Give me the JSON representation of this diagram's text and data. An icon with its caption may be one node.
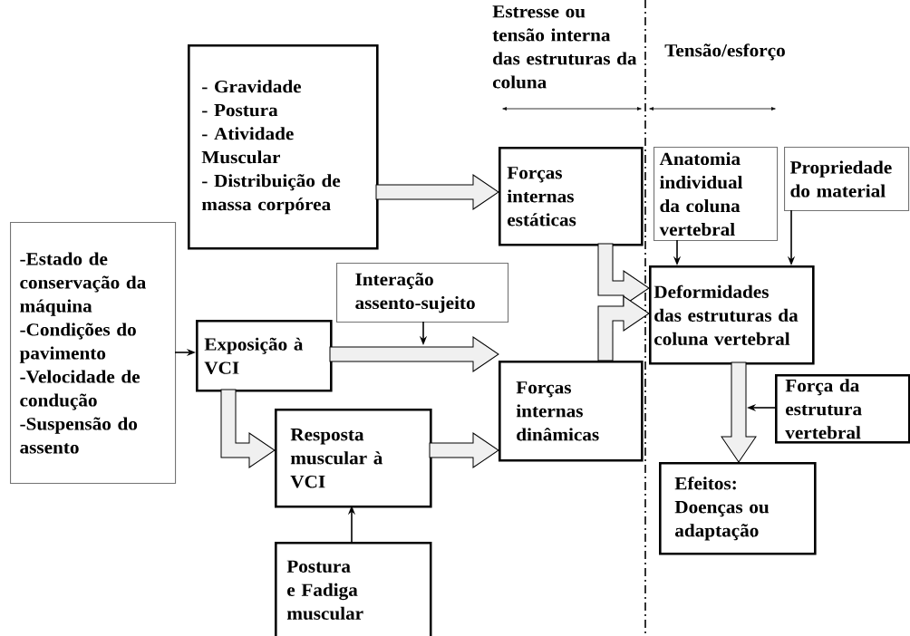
{
  "diagram": {
    "nodes": [
      {
        "text": [
          "- Gravidade",
          "- Postura",
          "- Atividade Muscular",
          "- Distribuição de massa corpórea"
        ]
      },
      {
        "text": [
          "Forças internas estáticas"
        ]
      },
      {
        "text": [
          "-Estado de conservação da máquina",
          "-Condições do pavimento",
          "-Velocidade de condução",
          "-Suspensão do assento"
        ]
      },
      {
        "text": [
          "Interação assento-sujeito"
        ]
      },
      {
        "text": [
          "Exposição à VCI"
        ]
      },
      {
        "text": [
          "Resposta muscular à VCI"
        ]
      },
      {
        "text": [
          "Forças internas dinâmicas"
        ]
      },
      {
        "text": [
          "Postura e Fadiga muscular"
        ]
      },
      {
        "text": [
          "Anatomia individual da coluna vertebral"
        ]
      },
      {
        "text": [
          "Propriedade do material"
        ]
      },
      {
        "text": [
          "Deformidades das estruturas da coluna vertebral"
        ]
      },
      {
        "text": [
          "Força da estrutura vertebral"
        ]
      },
      {
        "text": [
          "Efeitos: Doenças ou adaptação"
        ]
      }
    ],
    "edges": [
      {
        "from": 2,
        "to": 4,
        "arrow": "to"
      },
      {
        "from": 0,
        "to": 1,
        "arrow": "to",
        "style": "thick"
      },
      {
        "from": 3,
        "to": null,
        "arrow": "to"
      },
      {
        "from": 4,
        "to": 6,
        "arrow": "to",
        "style": "thick"
      },
      {
        "from": 4,
        "to": 5,
        "arrow": "to",
        "style": "thick"
      },
      {
        "from": 7,
        "to": 5,
        "arrow": "to"
      },
      {
        "from": 5,
        "to": 6,
        "arrow": "to",
        "style": "thick"
      },
      {
        "from": 1,
        "to": 10,
        "arrow": "to",
        "style": "thick"
      },
      {
        "from": 6,
        "to": 10,
        "arrow": "to",
        "style": "thick"
      },
      {
        "from": 8,
        "to": 10,
        "arrow": "to"
      },
      {
        "from": 9,
        "to": 10,
        "arrow": "to"
      },
      {
        "from": 10,
        "to": 12,
        "arrow": "to",
        "style": "thick"
      },
      {
        "from": 11,
        "to": null,
        "arrow": "to"
      }
    ],
    "labels": [
      "Estresse ou tensão interna das estruturas da coluna",
      "Tensão/esforço"
    ]
  }
}
